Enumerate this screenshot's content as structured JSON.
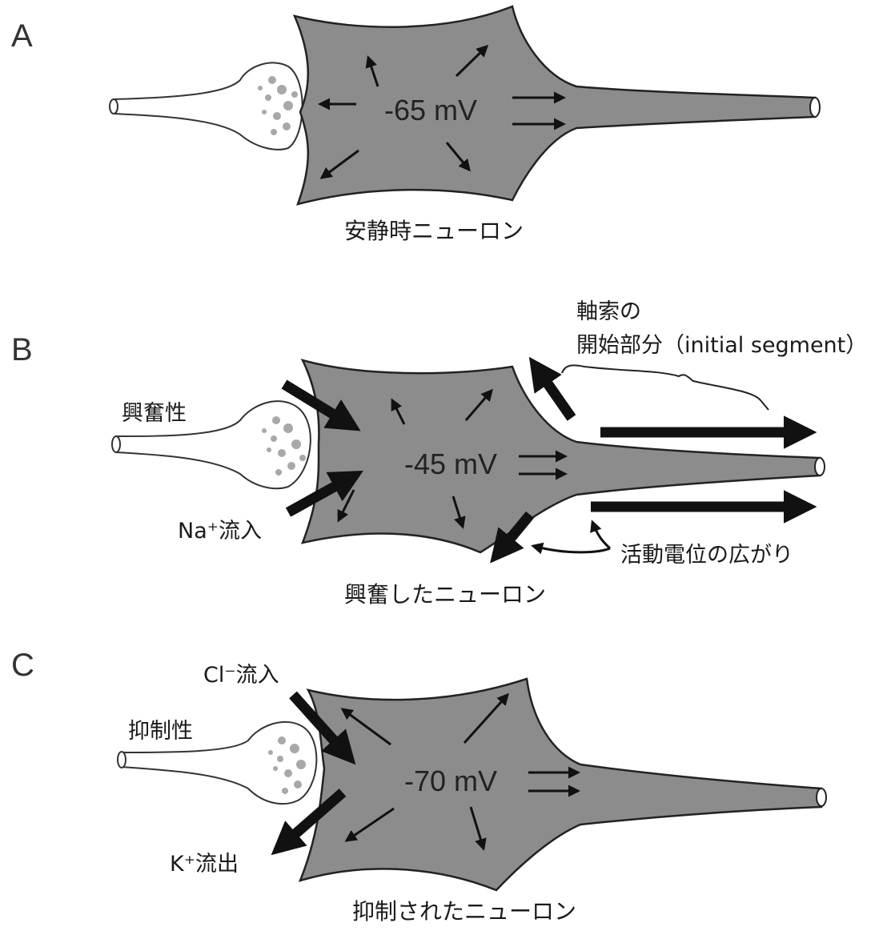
{
  "panels": [
    {
      "letter": "A",
      "potential": "-65 mV",
      "caption": "安静時ニューロン"
    },
    {
      "letter": "B",
      "potential": "-45 mV",
      "caption": "興奮したニューロン",
      "synapse_label": "興奮性",
      "ion_label": "Na⁺流入",
      "segment_label_line1": "軸索の",
      "segment_label_line2": "開始部分（initial segment）",
      "spread_label": "活動電位の広がり"
    },
    {
      "letter": "C",
      "potential": "-70 mV",
      "caption": "抑制されたニューロン",
      "synapse_label": "抑制性",
      "ion_in_label": "Cl⁻流入",
      "ion_out_label": "K⁺流出"
    }
  ],
  "colors": {
    "cell_fill": "#8c8c8c",
    "outline": "#222222",
    "vesicle": "#a8a8a8"
  }
}
